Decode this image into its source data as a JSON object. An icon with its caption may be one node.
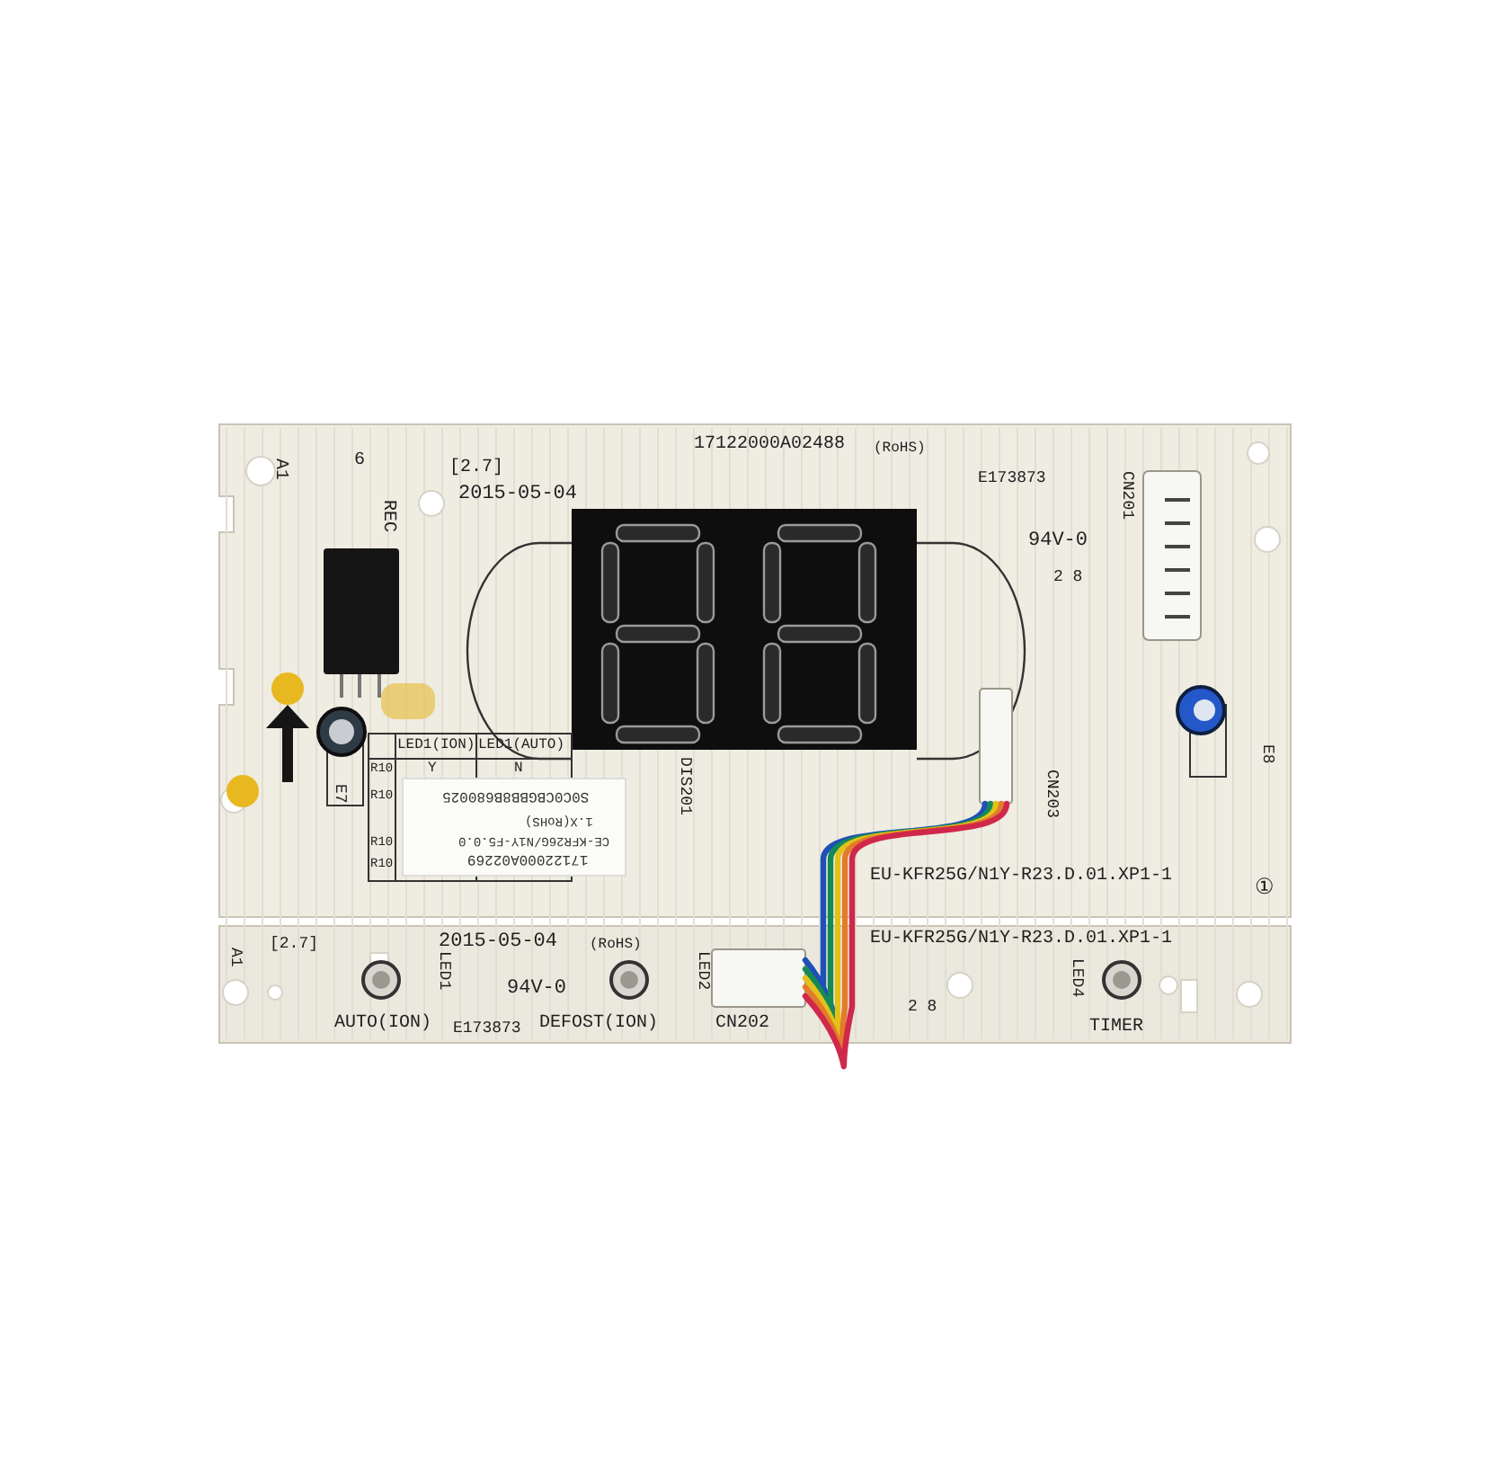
{
  "diagram": {
    "labels": [
      "6",
      "A1",
      "REC",
      "[2.7]",
      "2015-05-04",
      "17122000A02488",
      "(RoHS)",
      "E173873",
      "94V-0",
      "2 8",
      "CN201",
      "LED1(ION)",
      "LED1(AUTO)",
      "R10",
      "Y",
      "N",
      "R10",
      "R10",
      "R10",
      "17122000A02269",
      "CE-KFR26G/N1Y-F5.0.0",
      "1.X(RoHS)",
      "S0C0CBGBB8B680025",
      "E7",
      "DIS201",
      "CN203",
      "E8",
      "EU-KFR25G/N1Y-R23.D.01.XP1-1",
      "①",
      "A1",
      "[2.7]",
      "2015-05-04",
      "(RoHS)",
      "LED1",
      "94V-0",
      "LED2",
      "AUTO(ION)",
      "E173873",
      "DEFOST(ION)",
      "CN202",
      "EU-KFR25G/N1Y-R23.D.01.XP1-1",
      "2 8",
      "LED4",
      "TIMER"
    ]
  }
}
